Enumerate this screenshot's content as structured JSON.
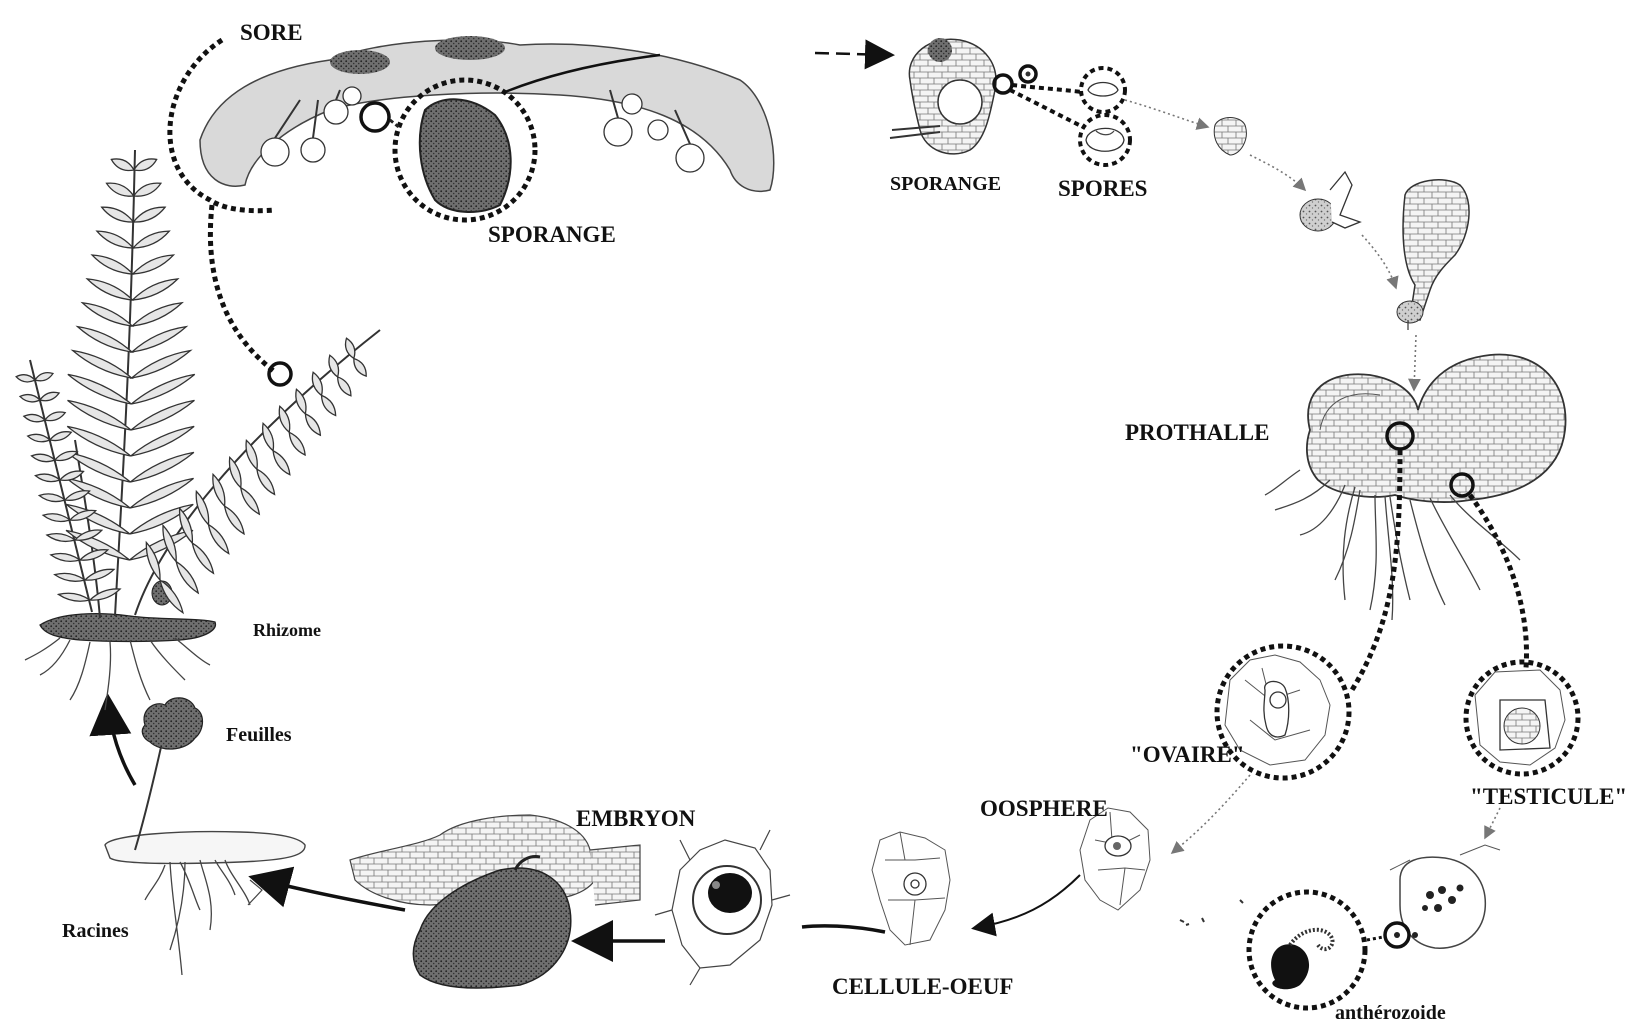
{
  "labels": {
    "sore": "SORE",
    "sporange_big": "SPORANGE",
    "sporange_small": "SPORANGE",
    "spores": "SPORES",
    "prothalle": "PROTHALLE",
    "ovaire": "\"OVAIRE\"",
    "testicule": "\"TESTICULE\"",
    "oosphere": "OOSPHERE",
    "antherozoide": "anthérozoide",
    "cellule_oeuf": "CELLULE-OEUF",
    "embryon": "EMBRYON",
    "racines": "Racines",
    "feuilles": "Feuilles",
    "rhizome": "Rhizome"
  }
}
